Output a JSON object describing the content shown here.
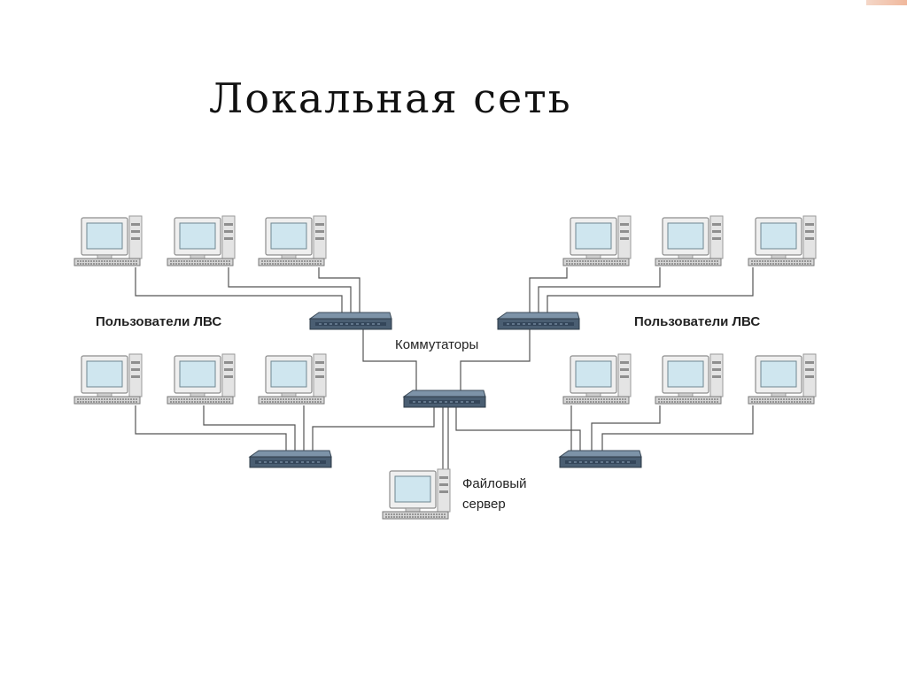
{
  "slide": {
    "title": "Локальная сеть",
    "labels": {
      "users_left": "Пользователи ЛВС",
      "users_right": "Пользователи ЛВС",
      "switches": "Коммутаторы",
      "server_line1": "Файловый",
      "server_line2": "сервер"
    }
  },
  "colors": {
    "wire": "#555555",
    "screen": "#cfe6ef",
    "monitor_frame": "#ececec",
    "switch_body": "#4a5e72",
    "switch_top": "#7d93a8"
  },
  "icons": {
    "workstation": "desktop-computer-icon",
    "switch": "network-switch-icon",
    "server": "file-server-icon"
  }
}
